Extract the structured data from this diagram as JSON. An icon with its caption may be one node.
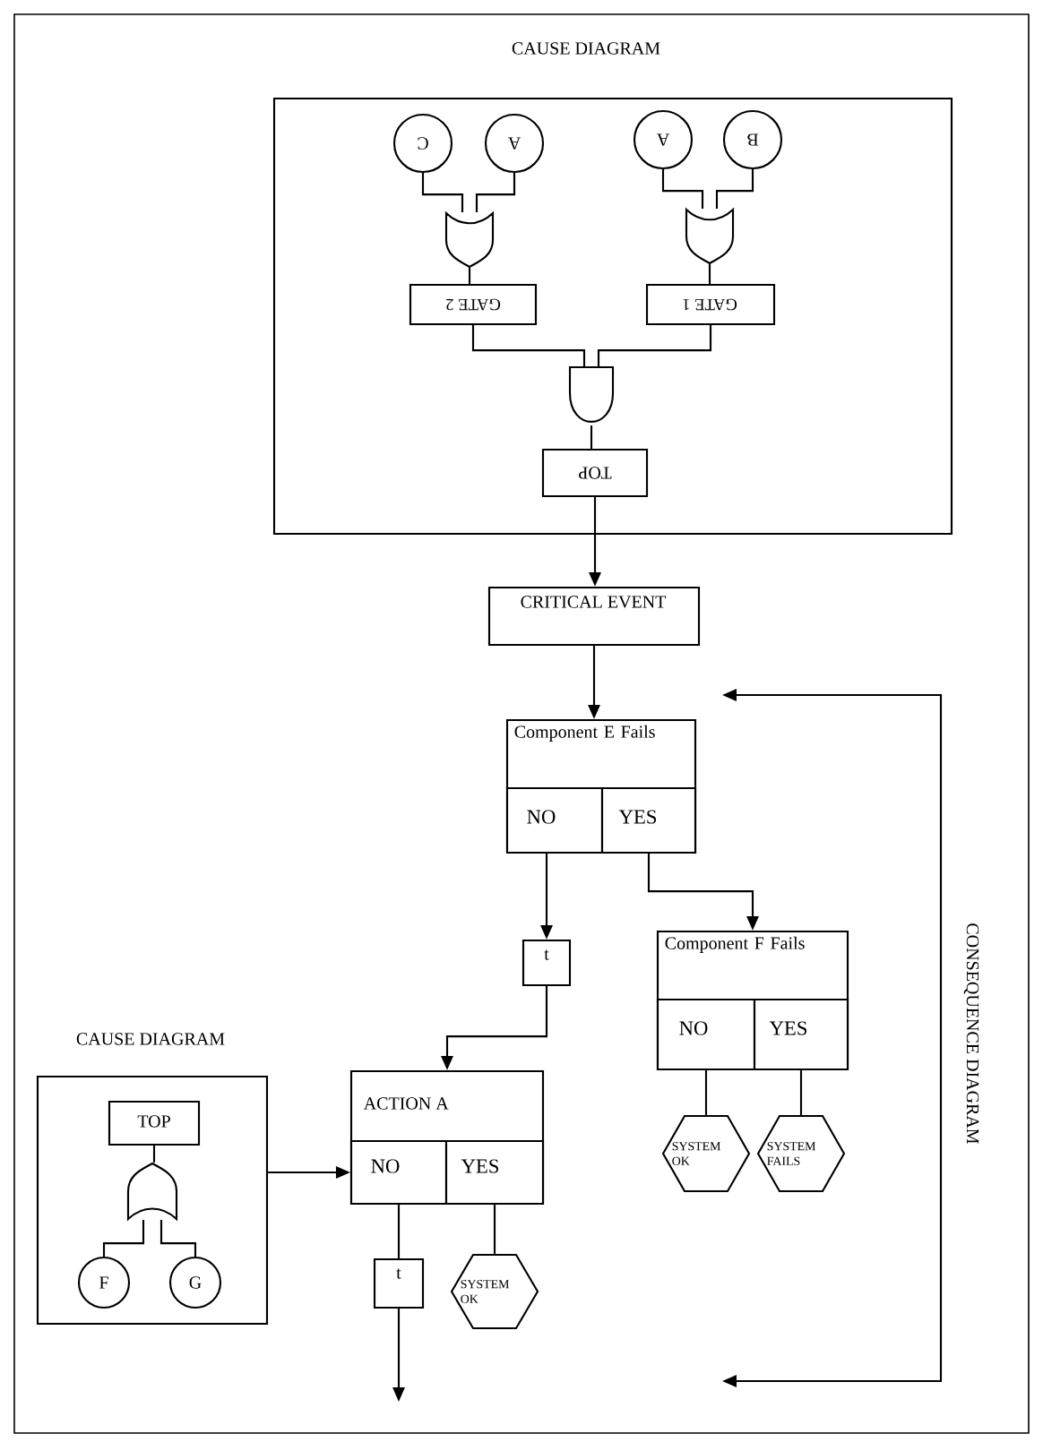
{
  "diagram": {
    "nodes": [
      {
        "text": [
          "CAUSE DIAGRAM"
        ]
      },
      {
        "text": [
          "C"
        ],
        "in": 0
      },
      {
        "text": [
          "A"
        ],
        "in": 0
      },
      {
        "text": [
          "A"
        ],
        "in": 0
      },
      {
        "text": [
          "B"
        ],
        "in": 0
      },
      {
        "text": [],
        "shape": "gate",
        "in": 0
      },
      {
        "text": [],
        "shape": "gate",
        "in": 0
      },
      {
        "text": [
          "GATE 2"
        ],
        "in": 0
      },
      {
        "text": [
          "GATE 1"
        ],
        "in": 0
      },
      {
        "text": [],
        "shape": "gate",
        "in": 0
      },
      {
        "text": [
          "TOP"
        ],
        "in": 0
      },
      {
        "text": [
          "CRITICAL EVENT"
        ]
      },
      {
        "text": [
          "Component E Fails"
        ]
      },
      {
        "text": [
          "NO"
        ],
        "in": 12
      },
      {
        "text": [
          "YES"
        ],
        "in": 12
      },
      {
        "text": [
          "t"
        ]
      },
      {
        "text": [
          "Component F Fails"
        ]
      },
      {
        "text": [
          "NO"
        ],
        "in": 16
      },
      {
        "text": [
          "YES"
        ],
        "in": 16
      },
      {
        "text": [
          "SYSTEM OK"
        ]
      },
      {
        "text": [
          "SYSTEM FAILS"
        ]
      },
      {
        "text": [
          "CAUSE DIAGRAM"
        ]
      },
      {
        "text": [
          "TOP"
        ],
        "in": 21
      },
      {
        "text": [],
        "shape": "gate",
        "in": 21
      },
      {
        "text": [
          "F"
        ],
        "in": 21
      },
      {
        "text": [
          "G"
        ],
        "in": 21
      },
      {
        "text": [
          "ACTION A"
        ]
      },
      {
        "text": [
          "NO"
        ],
        "in": 26
      },
      {
        "text": [
          "YES"
        ],
        "in": 26
      },
      {
        "text": [
          "t"
        ]
      },
      {
        "text": [
          "SYSTEM OK"
        ]
      }
    ],
    "edges": [
      {
        "from": 1,
        "to": 5,
        "arrow": "none"
      },
      {
        "from": 2,
        "to": 5,
        "arrow": "none"
      },
      {
        "from": 3,
        "to": 6,
        "arrow": "none"
      },
      {
        "from": 4,
        "to": 6,
        "arrow": "none"
      },
      {
        "from": 5,
        "to": 7,
        "arrow": "none"
      },
      {
        "from": 6,
        "to": 8,
        "arrow": "none"
      },
      {
        "from": 7,
        "to": 9,
        "arrow": "none"
      },
      {
        "from": 8,
        "to": 9,
        "arrow": "none"
      },
      {
        "from": 9,
        "to": 10,
        "arrow": "none"
      },
      {
        "from": 10,
        "to": 11,
        "arrow": "to"
      },
      {
        "from": 11,
        "to": 12,
        "arrow": "to"
      },
      {
        "from": 13,
        "to": 15,
        "arrow": "to"
      },
      {
        "from": 14,
        "to": 16,
        "arrow": "to"
      },
      {
        "from": 17,
        "to": 19,
        "arrow": "none"
      },
      {
        "from": 18,
        "to": 20,
        "arrow": "none"
      },
      {
        "from": 15,
        "to": 26,
        "arrow": "to"
      },
      {
        "from": 21,
        "to": 27,
        "arrow": "to"
      },
      {
        "from": 22,
        "to": 23,
        "arrow": "none"
      },
      {
        "from": 23,
        "to": 24,
        "arrow": "none"
      },
      {
        "from": 23,
        "to": 25,
        "arrow": "none"
      },
      {
        "from": 27,
        "to": 29,
        "arrow": "none"
      },
      {
        "from": 29,
        "to": null,
        "arrow": "to"
      },
      {
        "from": 28,
        "to": 30,
        "arrow": "none"
      }
    ],
    "labels": [
      "CONSEQUENCE DIAGRAM"
    ]
  }
}
